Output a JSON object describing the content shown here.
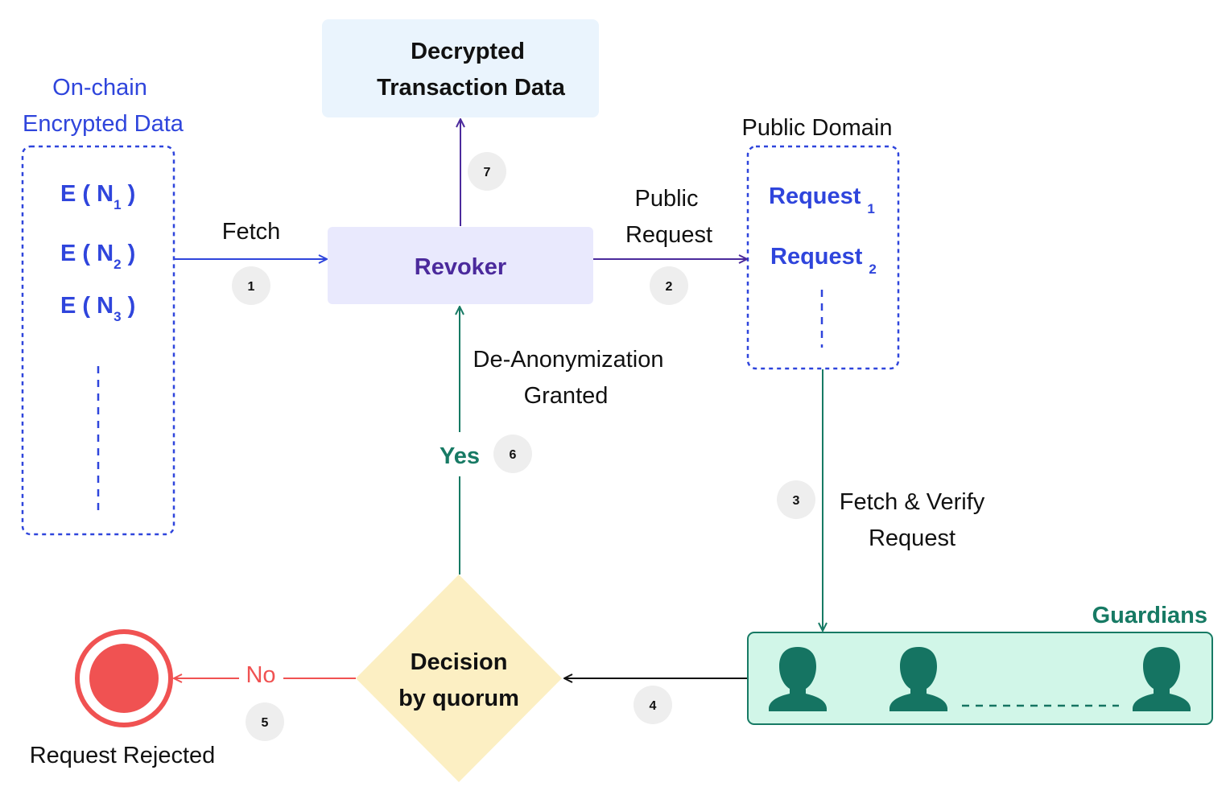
{
  "colors": {
    "blue": "#2f45dc",
    "purple": "#4b2a9c",
    "green": "#177a64",
    "green_dark": "#157462",
    "red": "#f05252",
    "black": "#111111",
    "revoker_fill": "#e9e9fd",
    "decrypted_fill": "#eaf4fd",
    "decision_fill": "#fcefc3",
    "guardians_fill": "#d1f6e8",
    "step_circle": "#eeeeee"
  },
  "onchain": {
    "title_line1": "On-chain",
    "title_line2": "Encrypted Data",
    "items": [
      {
        "text": "E ( N",
        "sub": "1",
        "close": " )"
      },
      {
        "text": "E ( N",
        "sub": "2",
        "close": " )"
      },
      {
        "text": "E ( N",
        "sub": "3",
        "close": " )"
      }
    ]
  },
  "decrypted": {
    "line1": "Decrypted",
    "line2": "Transaction Data"
  },
  "revoker": {
    "label": "Revoker"
  },
  "public_domain": {
    "title": "Public Domain",
    "items": [
      {
        "text": "Request",
        "sub": "1"
      },
      {
        "text": "Request",
        "sub": "2"
      }
    ]
  },
  "edges": {
    "fetch": "Fetch",
    "public_request_line1": "Public",
    "public_request_line2": "Request",
    "fetch_verify_line1": "Fetch & Verify",
    "fetch_verify_line2": "Request",
    "deanon_line1": "De-Anonymization",
    "deanon_line2": "Granted",
    "yes": "Yes",
    "no": "No"
  },
  "steps": [
    "1",
    "2",
    "3",
    "4",
    "5",
    "6",
    "7"
  ],
  "decision": {
    "line1": "Decision",
    "line2": "by quorum"
  },
  "guardians": {
    "title": "Guardians",
    "icon": "person-icon"
  },
  "rejected": {
    "label": "Request Rejected",
    "icon": "stop-icon"
  }
}
